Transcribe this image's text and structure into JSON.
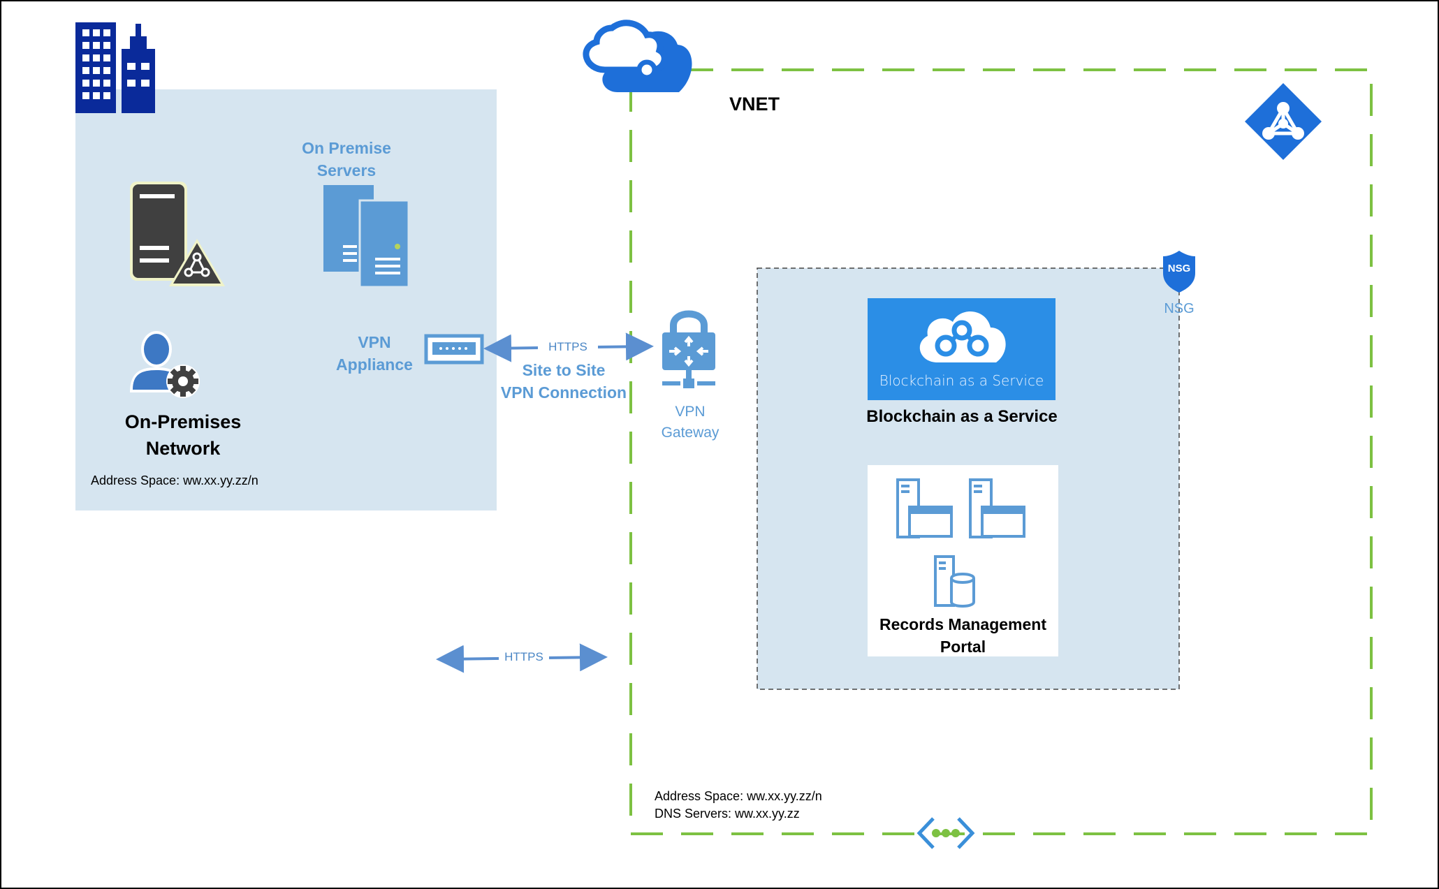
{
  "colors": {
    "onprem_fill": "#d6e5f0",
    "subnet_fill": "#d6e5f0",
    "vnet_border": "#7dc142",
    "azure_blue": "#1e6fd9",
    "label_blue": "#5b9bd5",
    "building_blue": "#0a2a9a",
    "arrow_blue": "#5b8fd0"
  },
  "onprem": {
    "servers_label": "On Premise\nServers",
    "vpn_appliance_label": "VPN\nAppliance",
    "title": "On-Premises\nNetwork",
    "address_space": "Address Space: ww.xx.yy.zz/n"
  },
  "connections": {
    "https_top": "HTTPS",
    "site_to_site": "Site to Site\nVPN Connection",
    "https_bottom": "HTTPS"
  },
  "vnet": {
    "title": "VNET",
    "vpn_gateway_label": "VPN\nGateway",
    "address_space": "Address Space: ww.xx.yy.zz/n",
    "dns_servers": "DNS Servers: ww.xx.yy.zz"
  },
  "subnet": {
    "nsg_badge": "NSG",
    "nsg_label": "NSG",
    "baas_tile_caption": "Blockchain as a Service",
    "baas_label": "Blockchain as a Service",
    "records_label": "Records Management\nPortal"
  },
  "icons": {
    "building": "building-icon",
    "azure_cloud": "azure-cloud-icon",
    "active_directory": "active-directory-icon",
    "server_warning": "server-warning-icon",
    "on_premise_servers": "servers-icon",
    "user_settings": "user-settings-icon",
    "vpn_appliance": "vpn-appliance-icon",
    "vpn_gateway": "vpn-gateway-icon",
    "blockchain": "blockchain-cloud-icon",
    "nsg_shield": "nsg-shield-icon",
    "web_servers": "web-server-icon",
    "db_server": "database-server-icon",
    "vnet_peering": "vnet-icon"
  }
}
